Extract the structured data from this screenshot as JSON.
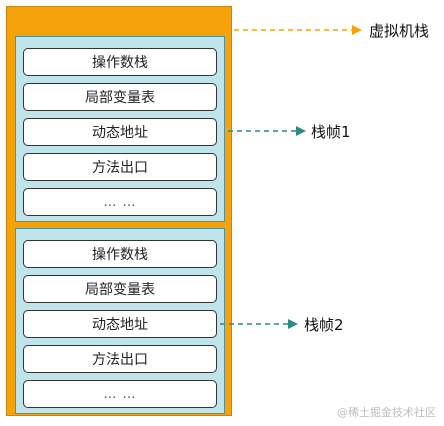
{
  "frames": [
    {
      "slots": [
        "操作数栈",
        "局部变量表",
        "动态地址",
        "方法出口",
        "… …"
      ]
    },
    {
      "slots": [
        "操作数栈",
        "局部变量表",
        "动态地址",
        "方法出口",
        "… …"
      ]
    }
  ],
  "labels": {
    "vm_stack": "虚拟机栈",
    "frame_1": "栈帧1",
    "frame_2": "栈帧2"
  },
  "watermark": "@稀土掘金技术社区",
  "colors": {
    "vm_stack_fill": "#f5a20b",
    "frame_fill": "#bfe4ec",
    "vm_arrow": "#f5a20b",
    "frame_arrow": "#2a8a8a"
  }
}
